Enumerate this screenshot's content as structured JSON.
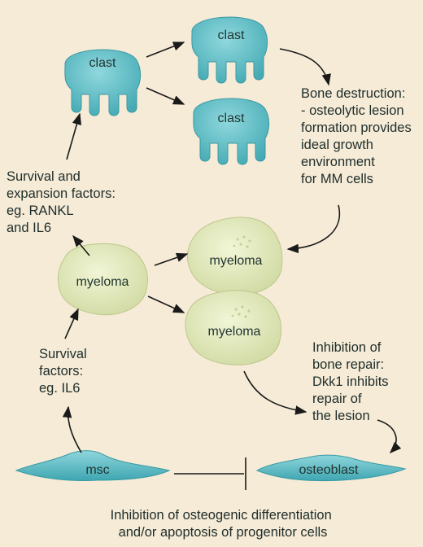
{
  "colors": {
    "background": "#f5ebd7",
    "osteoclast_fill": "#5fc2ca",
    "myeloma_fill": "#e2e9bd",
    "stromal_fill": "#5fbcc6",
    "arrow": "#1a1a1a",
    "text": "#1f2d2a"
  },
  "icons": {
    "osteoclast": "osteoclast-cell-icon",
    "myeloma": "myeloma-cell-icon",
    "msc": "stromal-cell-icon",
    "osteoblast": "osteoblast-cell-icon"
  },
  "cells": {
    "clast_left": "clast",
    "clast_top": "clast",
    "clast_bottom": "clast",
    "myeloma_left": "myeloma",
    "myeloma_top": "myeloma",
    "myeloma_bottom": "myeloma",
    "msc": "msc",
    "osteoblast": "osteoblast"
  },
  "annotations": {
    "bone_destruction": [
      "Bone destruction:",
      "- osteolytic lesion",
      "formation provides",
      "ideal growth",
      "environment",
      "for MM cells"
    ],
    "survival_expansion": [
      "Survival and",
      "expansion factors:",
      "eg. RANKL",
      "and IL6"
    ],
    "survival_factors": [
      "Survival",
      "factors:",
      "eg. IL6"
    ],
    "inhibition_repair": [
      "Inhibition of",
      "bone repair:",
      "Dkk1 inhibits",
      "repair of",
      "the lesion"
    ],
    "inhibition_osteogenic": [
      "Inhibition of osteogenic differentiation",
      "and/or apoptosis of progenitor cells"
    ]
  }
}
